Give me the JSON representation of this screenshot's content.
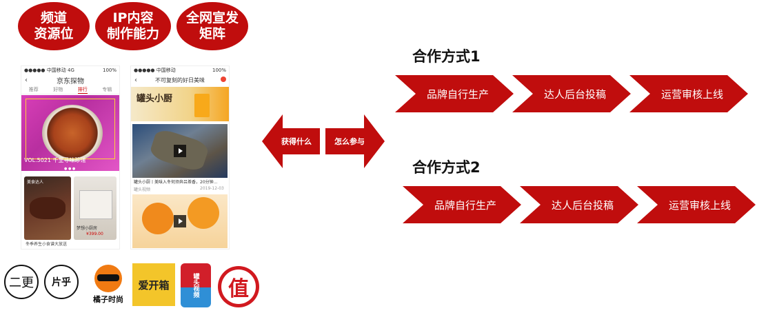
{
  "top_badges": [
    {
      "label": "频道\n资源位"
    },
    {
      "label": "IP内容\n制作能力"
    },
    {
      "label": "全网宣发\n矩阵"
    }
  ],
  "phone1": {
    "status": "●●●●● 中国移动 4G",
    "status_right": "100%",
    "title": "京东探物",
    "tabs": [
      "推荐",
      "好物",
      "排行",
      "专辑"
    ],
    "hero_caption": "VOL.5021 千里寻味珍馐",
    "card1_user": "美食达人",
    "card2_caption": "梦想小厨房",
    "card2_price": "¥399.00",
    "card1_caption": "冬季养生小食谱大放送"
  },
  "phone2": {
    "status": "●●●●● 中国移动",
    "status_right": "100%",
    "title": "不可复刻的好日美味",
    "banner_text": "罐头小厨",
    "article_caption": "罐头小厨丨美味入冬何须奔吕茶香，20分钟...",
    "article_sub": "罐头视频",
    "article_meta": "2019-12-03"
  },
  "brand_logos": [
    {
      "name": "二更",
      "icon": "ergeng-logo"
    },
    {
      "name": "片乎",
      "icon": "pianhu-logo"
    },
    {
      "name": "橘子时尚",
      "icon": "orange-fashion-logo"
    },
    {
      "name": "爱开箱",
      "icon": "aikaixiang-logo"
    },
    {
      "name": "罐头视频",
      "icon": "guantou-logo"
    },
    {
      "name": "值",
      "icon": "zhi-logo"
    }
  ],
  "center_arrows": {
    "left": "获得什么",
    "right": "怎么参与"
  },
  "modes": [
    {
      "title": "合作方式1",
      "steps": [
        "品牌自行生产",
        "达人后台投稿",
        "运营审核上线"
      ]
    },
    {
      "title": "合作方式2",
      "steps": [
        "品牌自行生产",
        "达人后台投稿",
        "运营审核上线"
      ]
    }
  ],
  "colors": {
    "brand_red": "#c00d0d"
  }
}
